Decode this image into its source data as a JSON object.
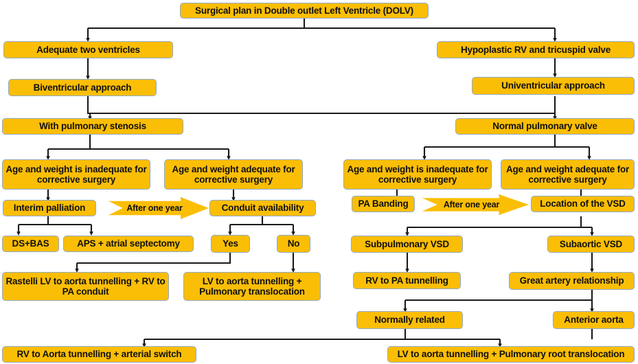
{
  "diagram": {
    "title": "Surgical plan in Double outlet Left Ventricle (DOLV)",
    "theme": {
      "node_fill": "#FBBE06",
      "node_border": "#8FA8C8",
      "connector_color": "#1A1A1A",
      "background": "#FFFFFF",
      "text_color": "#101010"
    },
    "nodes": {
      "root": "Surgical plan in Double outlet Left Ventricle (DOLV)",
      "adequate_two_ventricles": "Adequate two ventricles",
      "hypoplastic_rv": "Hypoplastic RV and tricuspid valve",
      "biventricular_approach": "Biventricular approach",
      "univentricular_approach": "Univentricular approach",
      "with_pulmonary_stenosis": "With pulmonary stenosis",
      "normal_pulmonary_valve": "Normal pulmonary valve",
      "age_inadequate_left": "Age and weight is inadequate for corrective surgery",
      "age_adequate_left": "Age and weight adequate for corrective surgery",
      "age_inadequate_right": "Age and weight is inadequate for corrective surgery",
      "age_adequate_right": "Age and weight adequate for corrective surgery",
      "interim_palliation": "Interim palliation",
      "conduit_availability": "Conduit availability",
      "pa_banding": "PA Banding",
      "location_of_vsd": "Location of the VSD",
      "ds_bas": "DS+BAS",
      "aps_atrial_septectomy": "APS + atrial septectomy",
      "yes": "Yes",
      "no": "No",
      "subpulmonary_vsd": "Subpulmonary VSD",
      "subaortic_vsd": "Subaortic VSD",
      "rastelli": "Rastelli LV to aorta tunnelling + RV to PA conduit",
      "lv_aorta_pulm_translocation": "LV to aorta tunnelling + Pulmonary translocation",
      "rv_to_pa_tunnelling": "RV to PA tunnelling",
      "great_artery_relationship": "Great artery relationship",
      "normally_related": "Normally related",
      "anterior_aorta": "Anterior aorta",
      "rv_aorta_arterial_switch": "RV to Aorta tunnelling + arterial switch",
      "lv_aorta_pulm_root_translocation": "LV to aorta tunnelling + Pulmonary root translocation"
    },
    "connector_labels": {
      "after_one_year_left": "After one year",
      "after_one_year_right": "After one year"
    }
  }
}
